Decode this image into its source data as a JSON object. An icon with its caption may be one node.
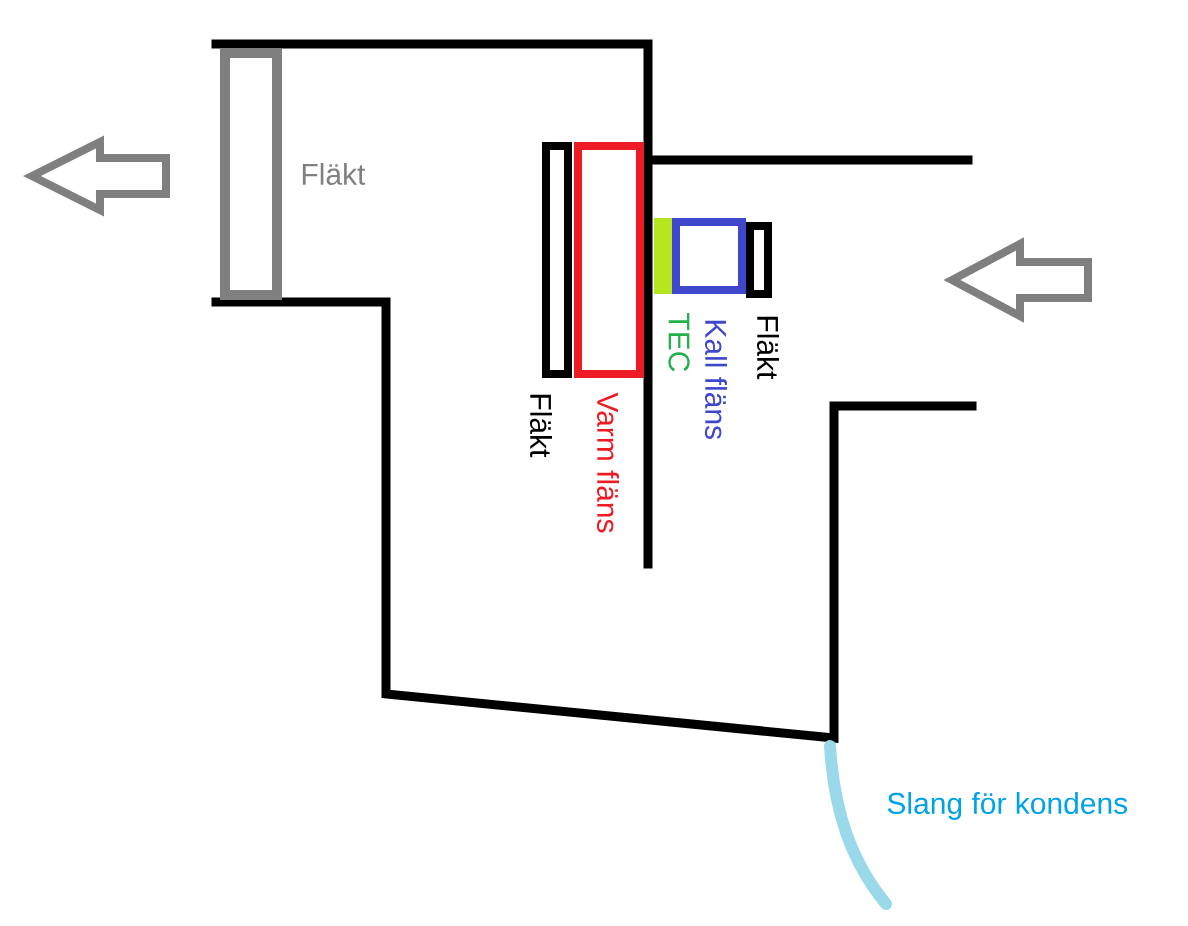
{
  "diagram": {
    "nodes": [
      {
        "text": [],
        "shape": "box",
        "beside": [
          "Fläkt"
        ]
      },
      {
        "text": [],
        "shape": "box",
        "beside": [
          "Fläkt"
        ]
      },
      {
        "text": [],
        "shape": "box",
        "beside": [
          "Varm fläns"
        ]
      },
      {
        "text": [],
        "shape": "box",
        "beside": [
          "TEC"
        ]
      },
      {
        "text": [],
        "shape": "box",
        "beside": [
          "Kall fläns"
        ]
      },
      {
        "text": [],
        "shape": "box",
        "beside": [
          "Fläkt"
        ]
      }
    ],
    "labels": [
      "Slang för kondens"
    ]
  }
}
